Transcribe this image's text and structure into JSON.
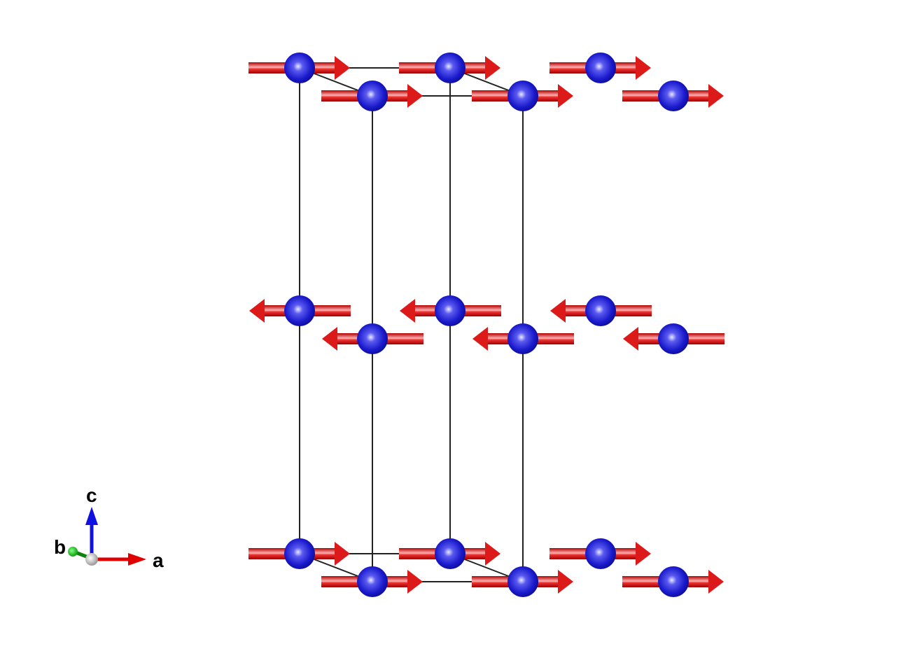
{
  "structure": {
    "layers": [
      {
        "name": "top",
        "spin": "+a"
      },
      {
        "name": "middle",
        "spin": "-a"
      },
      {
        "name": "bottom",
        "spin": "+a"
      }
    ],
    "atom_color": "#1a1acc",
    "spin_color": "#dd1a1a",
    "cell_line_color": "#222222"
  },
  "axes": {
    "a_label": "a",
    "b_label": "b",
    "c_label": "c",
    "a_color": "#e00000",
    "b_color": "#10b010",
    "c_color": "#1010e0"
  }
}
